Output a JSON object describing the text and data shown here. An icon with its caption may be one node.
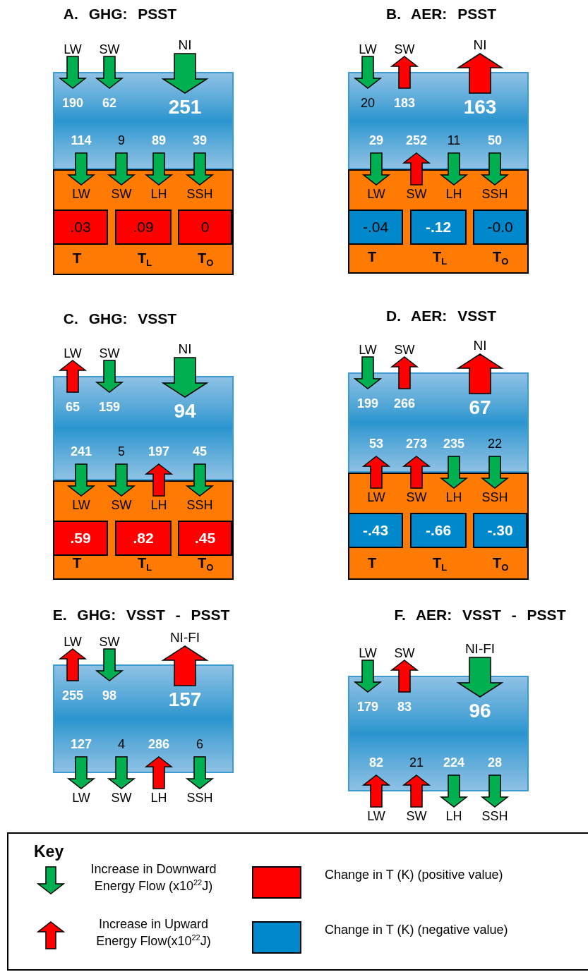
{
  "diagram": {
    "nodes": [
      {
        "text": [
          "190",
          "62",
          "251",
          "114",
          "9",
          "89",
          "39"
        ]
      },
      {
        "text": [
          "T",
          "T$_{L}$",
          "T$_{O}$"
        ]
      },
      {
        "text": [
          ".03"
        ],
        "in": 1
      },
      {
        "text": [
          ".09"
        ],
        "in": 1
      },
      {
        "text": [
          "0"
        ],
        "in": 1
      },
      {
        "text": [
          "20",
          "183",
          "163",
          "29",
          "252",
          "11",
          "50"
        ]
      },
      {
        "text": [
          "T",
          "T$_{L}$",
          "T$_{O}$"
        ]
      },
      {
        "text": [
          "-.04"
        ],
        "in": 6
      },
      {
        "text": [
          "-.12"
        ],
        "in": 6
      },
      {
        "text": [
          "-0.0"
        ],
        "in": 6
      },
      {
        "text": [
          "65",
          "159",
          "94",
          "241",
          "5",
          "197",
          "45"
        ]
      },
      {
        "text": [
          "T",
          "T$_{L}$",
          "T$_{O}$"
        ]
      },
      {
        "text": [
          ".59"
        ],
        "in": 11
      },
      {
        "text": [
          ".82"
        ],
        "in": 11
      },
      {
        "text": [
          ".45"
        ],
        "in": 11
      },
      {
        "text": [
          "199",
          "266",
          "67",
          "53",
          "273",
          "235",
          "22"
        ]
      },
      {
        "text": [
          "T",
          "T$_{L}$",
          "T$_{O}$"
        ]
      },
      {
        "text": [
          "-.43"
        ],
        "in": 16
      },
      {
        "text": [
          "-.66"
        ],
        "in": 16
      },
      {
        "text": [
          "-.30"
        ],
        "in": 16
      },
      {
        "text": [
          "255",
          "98",
          "157",
          "127",
          "4",
          "286",
          "6"
        ]
      },
      {
        "text": [
          "179",
          "83",
          "96",
          "82",
          "21",
          "224",
          "28"
        ]
      }
    ],
    "labels": [
      "A. GHG: PSST",
      "LW",
      "SW",
      "NI",
      "LW",
      "SW",
      "LH",
      "SSH",
      "B. AER: PSST",
      "LW",
      "SW",
      "NI",
      "LW",
      "SW",
      "LH",
      "SSH",
      "C. GHG: VSST",
      "LW",
      "SW",
      "NI",
      "LW",
      "SW",
      "LH",
      "SSH",
      "D. AER: VSST",
      "LW",
      "SW",
      "NI",
      "LW",
      "SW",
      "LH",
      "SSH",
      "E. GHG: VSST - PSST",
      "LW",
      "SW",
      "NI-FI",
      "LW",
      "SW",
      "LH",
      "SSH",
      "F. AER: VSST - PSST",
      "LW",
      "SW",
      "NI-FI",
      "LW",
      "SW",
      "LH",
      "SSH",
      "Key"
    ],
    "legend": [
      {
        "text": "Increase in Downward Energy Flow (x10$^{22}$J)"
      },
      {
        "text": "Increase in Upward Energy Flow(x10$^{22}$J)"
      },
      {
        "text": "Change in T (K) (positive value)",
        "color": "#ff0000"
      },
      {
        "text": "Change in T (K) (negative value)",
        "color": "#0088cc"
      }
    ]
  }
}
